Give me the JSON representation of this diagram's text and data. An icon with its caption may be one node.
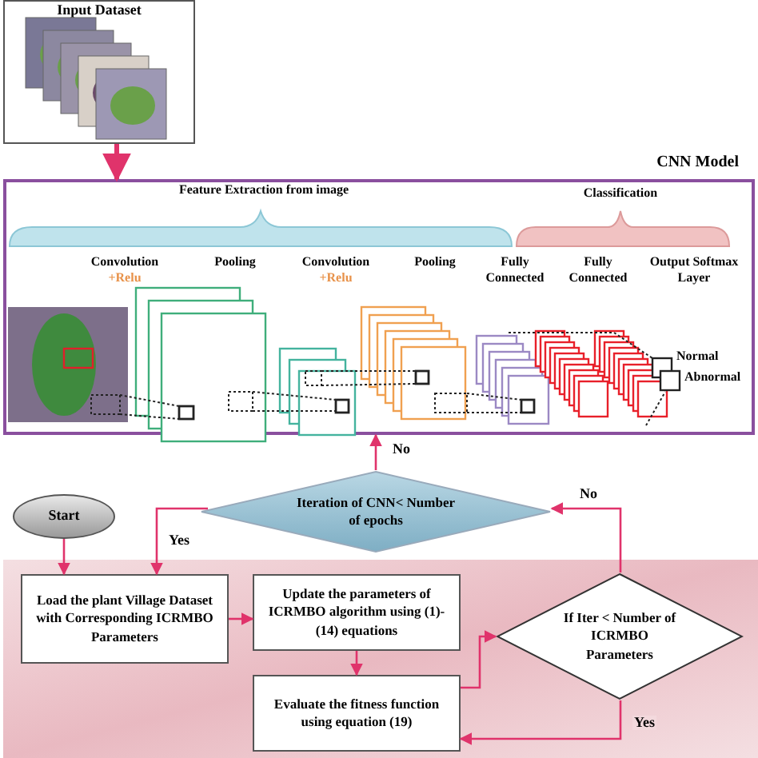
{
  "diagram": {
    "nodes": [
      {
        "text": [
          "Input Dataset"
        ]
      },
      {
        "text": [
          "CNN Model"
        ]
      },
      {
        "text": [
          "Iteration of CNN< Number of epochs"
        ]
      },
      {
        "text": [
          "Start"
        ]
      },
      {
        "text": [],
        "shape": "box"
      },
      {
        "text": [
          "Load the plant Village Dataset with Corresponding ICRMBO Parameters"
        ],
        "in": 4
      },
      {
        "text": [
          "Update the parameters of ICRMBO algorithm using (1)-(14) equations"
        ],
        "in": 4
      },
      {
        "text": [
          "Evaluate the fitness function using equation (19)"
        ],
        "in": 4
      },
      {
        "text": [
          "If Iter < Number of ICRMBO Parameters"
        ],
        "in": 4
      }
    ],
    "edges": [
      {
        "from": 0,
        "to": 1,
        "arrow": "to",
        "style": "thick"
      },
      {
        "from": 2,
        "to": 1,
        "arrow": "to",
        "label": "No"
      },
      {
        "from": 2,
        "to": 5,
        "arrow": "to",
        "label": "Yes"
      },
      {
        "from": 3,
        "to": 5,
        "arrow": "to"
      },
      {
        "from": 5,
        "to": 6,
        "arrow": "to"
      },
      {
        "from": 6,
        "to": 7,
        "arrow": "to"
      },
      {
        "from": 7,
        "to": 8,
        "arrow": "to"
      },
      {
        "from": 8,
        "to": 2,
        "arrow": "to",
        "label": "No"
      },
      {
        "from": 8,
        "to": 7,
        "arrow": "to",
        "label": "Yes"
      }
    ],
    "labels": [
      "Feature Extraction from image",
      "Classification",
      "Convolution",
      "+Relu",
      "Pooling",
      "Convolution",
      "+Relu",
      "Pooling",
      "Fully Connected",
      "Fully Connected",
      "Output Softmax Layer",
      "Normal",
      "Abnormal"
    ]
  }
}
